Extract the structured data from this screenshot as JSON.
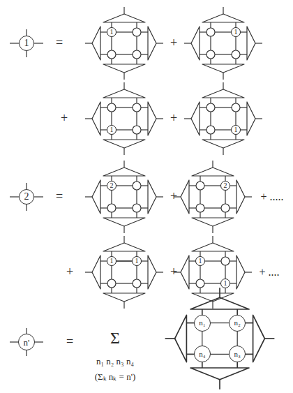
{
  "diagram": {
    "nodes": [
      {
        "text": [
          "1"
        ]
      },
      {
        "text": [
          "1"
        ]
      },
      {
        "text": [
          "1"
        ]
      },
      {
        "text": [
          "1"
        ]
      },
      {
        "text": [
          "1"
        ]
      },
      {
        "text": [
          "2"
        ]
      },
      {
        "text": [
          "2"
        ]
      },
      {
        "text": [
          "2"
        ]
      },
      {
        "text": [
          "1"
        ]
      },
      {
        "text": [
          "1"
        ]
      },
      {
        "text": [
          "1"
        ]
      },
      {
        "text": [
          "1"
        ]
      },
      {
        "text": [
          "n'"
        ]
      },
      {
        "text": [
          "n₁"
        ]
      },
      {
        "text": [
          "n₂"
        ]
      },
      {
        "text": [
          "n₄"
        ]
      },
      {
        "text": [
          "n₃"
        ]
      }
    ],
    "edges": [
      {
        "from": 8,
        "to": 9,
        "arrow": "none"
      },
      {
        "from": 13,
        "to": 14,
        "arrow": "none"
      },
      {
        "from": 14,
        "to": 16,
        "arrow": "none"
      },
      {
        "from": 16,
        "to": 15,
        "arrow": "none"
      },
      {
        "from": 15,
        "to": 13,
        "arrow": "none"
      }
    ],
    "labels": [
      "=",
      "+",
      "+",
      "+",
      "=",
      "+",
      "+ .....",
      "+",
      "+",
      "+ ....",
      "=",
      "Σ",
      "n₁ n₂ n₃ n₄",
      "(Σₖ nₖ = n')"
    ]
  }
}
